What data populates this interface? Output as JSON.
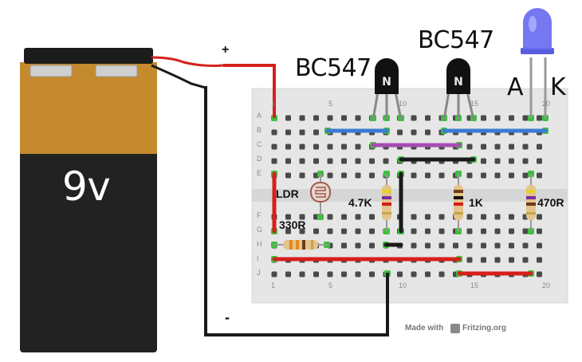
{
  "battery": {
    "label": "9v",
    "body_color": "#222222",
    "top_color": "#c58a2e"
  },
  "polarity": {
    "positive": "+",
    "negative": "-"
  },
  "transistors": [
    {
      "label": "BC547"
    },
    {
      "label": "BC547"
    }
  ],
  "led": {
    "anode_label": "A",
    "cathode_label": "K",
    "color": "#6a6cf0"
  },
  "resistors": [
    {
      "label": "LDR"
    },
    {
      "label": "330R"
    },
    {
      "label": "4.7K"
    },
    {
      "label": "1K"
    },
    {
      "label": "470R"
    }
  ],
  "breadboard": {
    "row_labels": [
      "A",
      "B",
      "C",
      "D",
      "E",
      "F",
      "G",
      "H",
      "I",
      "J"
    ],
    "column_labels": [
      "1",
      "5",
      "10",
      "15",
      "20"
    ]
  },
  "footer": {
    "made_with": "Made with",
    "brand": "Fritzing.org"
  },
  "colors": {
    "wire_red": "#d4201c",
    "wire_black": "#1a1a1a",
    "wire_blue": "#3b7bd4",
    "wire_purple": "#a64bb3",
    "board": "#e6e6e6"
  }
}
